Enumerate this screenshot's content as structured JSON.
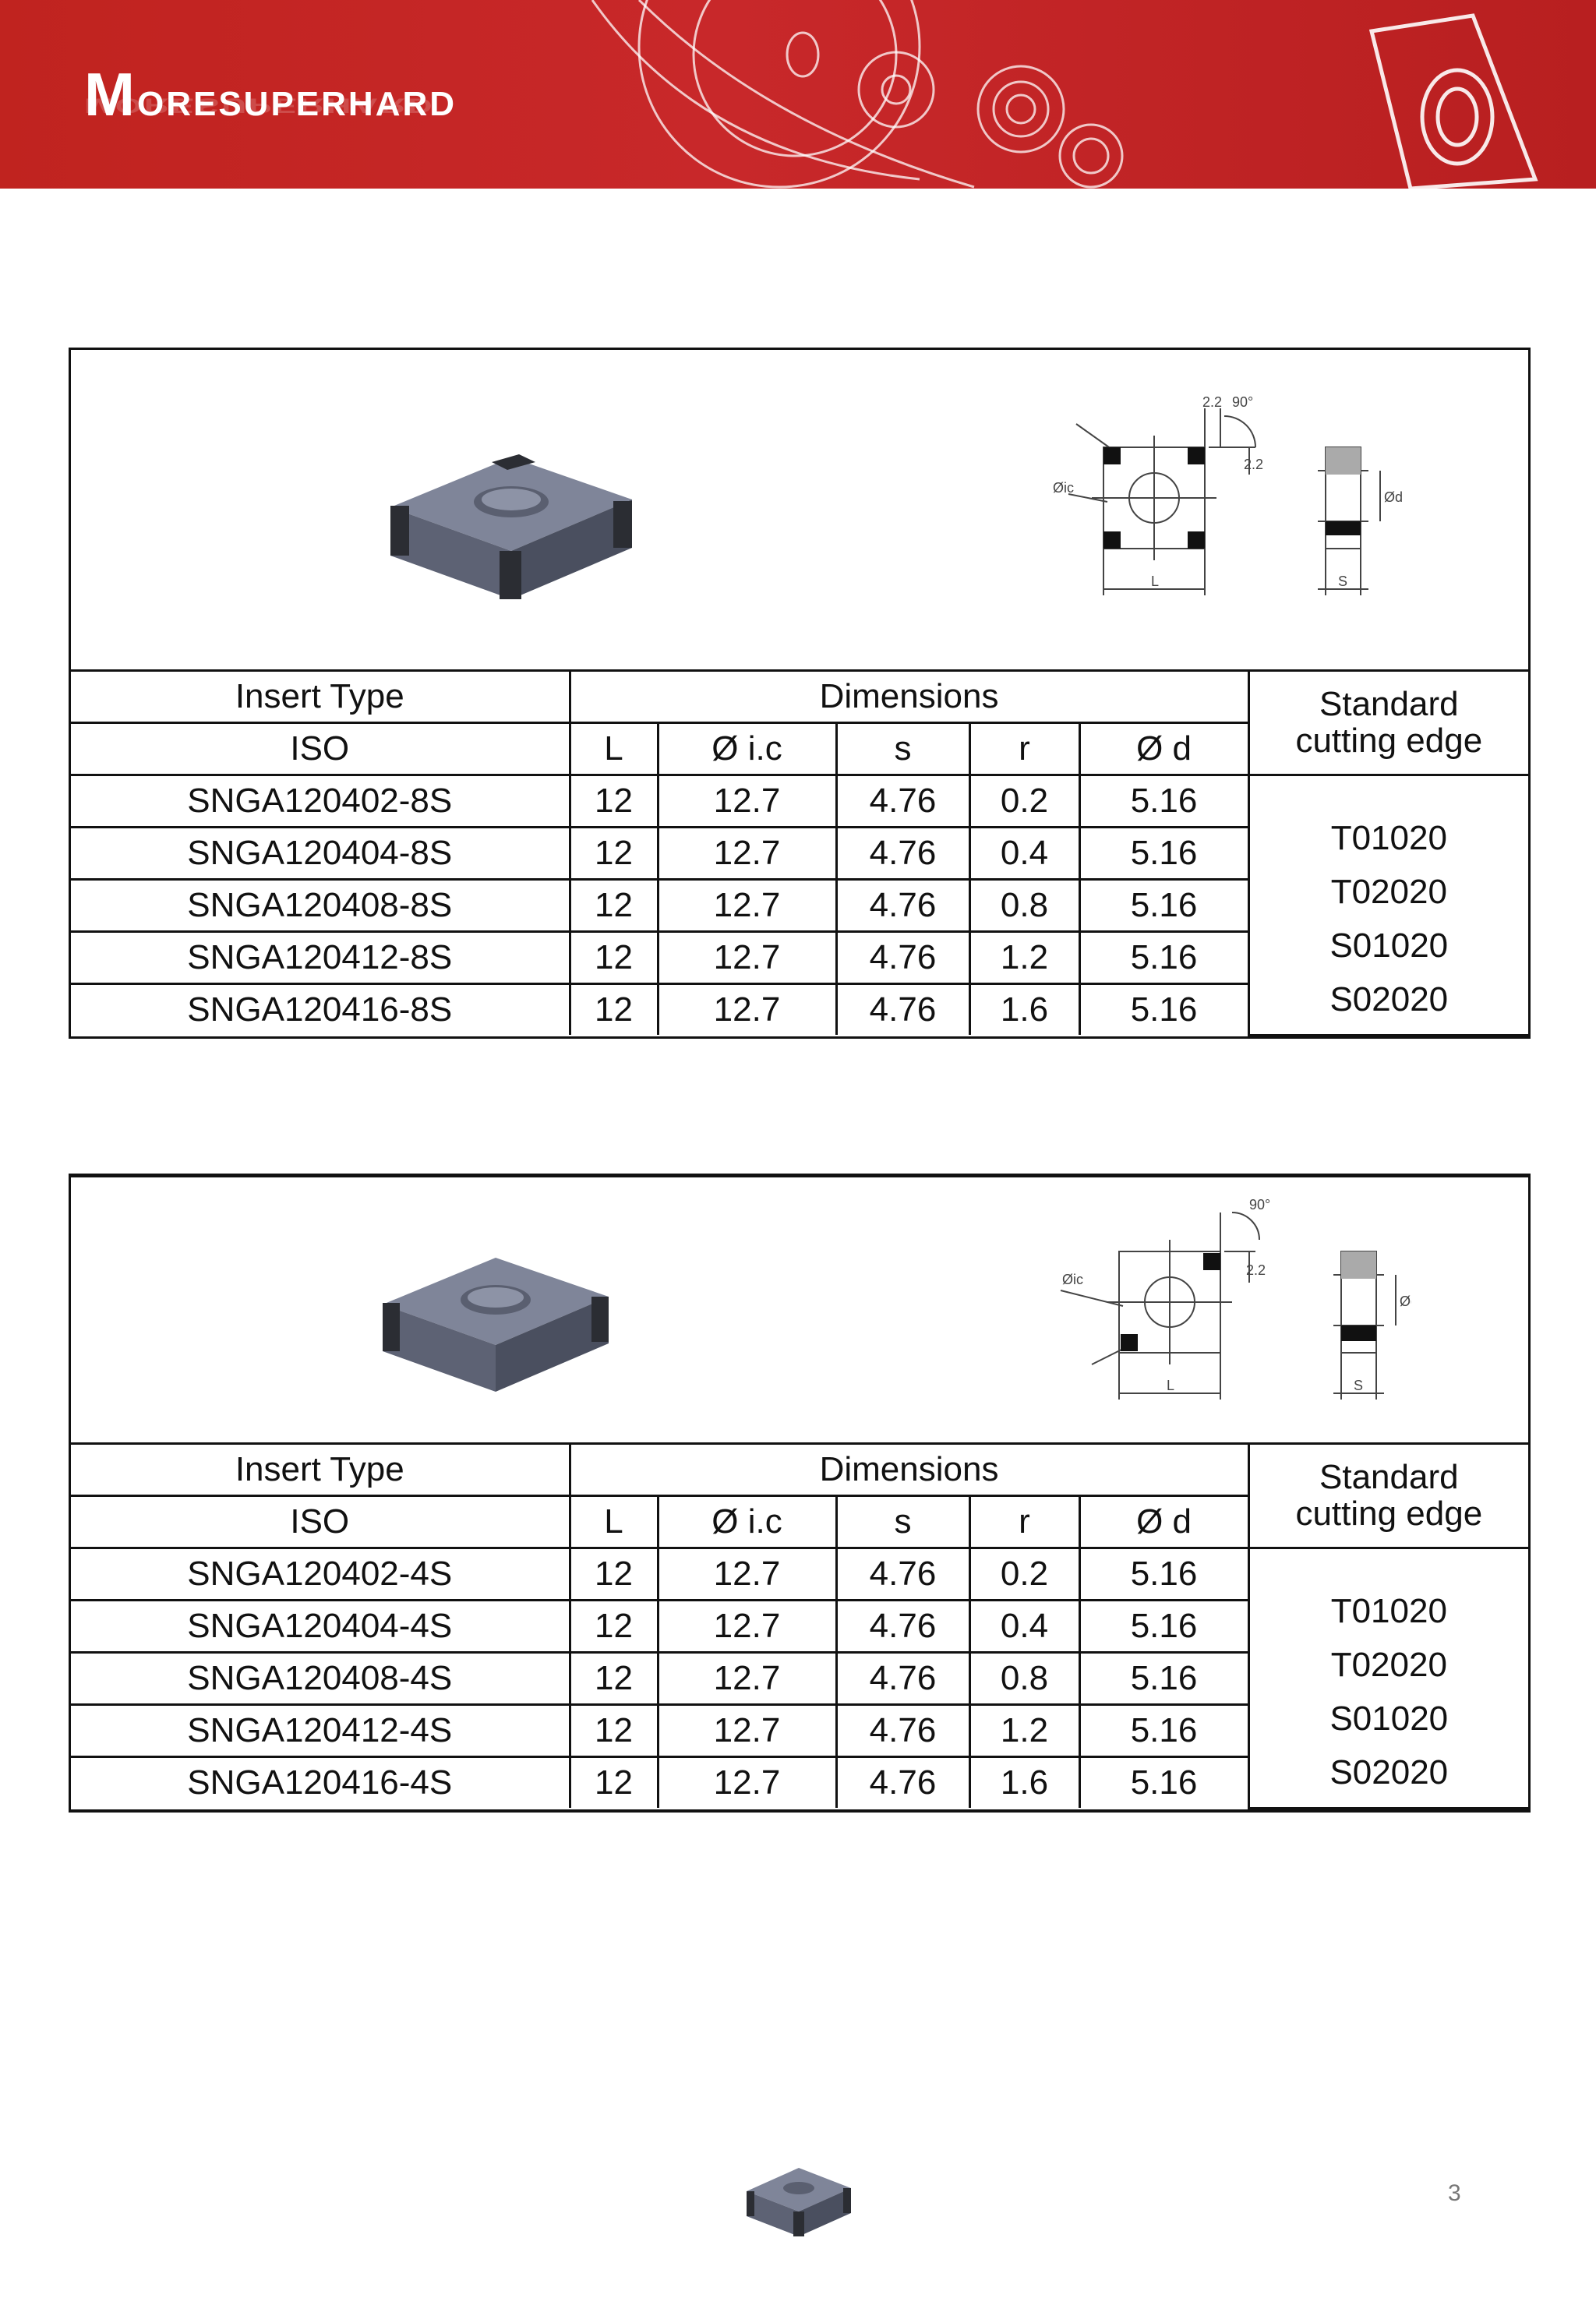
{
  "header": {
    "brand_first": "M",
    "brand_rest": "ORESUPERHARD",
    "brand_color": "#c4252a"
  },
  "tables": [
    {
      "header": {
        "insert_type": "Insert Type",
        "dimensions": "Dimensions",
        "standard": "Standard",
        "cutting_edge": "cutting edge",
        "iso": "ISO",
        "col_L": "L",
        "col_ic": "Ø i.c",
        "col_s": "s",
        "col_r": "r",
        "col_d": "Ø d"
      },
      "rows": [
        {
          "iso": "SNGA120402-8S",
          "L": "12",
          "ic": "12.7",
          "s": "4.76",
          "r": "0.2",
          "d": "5.16"
        },
        {
          "iso": "SNGA120404-8S",
          "L": "12",
          "ic": "12.7",
          "s": "4.76",
          "r": "0.4",
          "d": "5.16"
        },
        {
          "iso": "SNGA120408-8S",
          "L": "12",
          "ic": "12.7",
          "s": "4.76",
          "r": "0.8",
          "d": "5.16"
        },
        {
          "iso": "SNGA120412-8S",
          "L": "12",
          "ic": "12.7",
          "s": "4.76",
          "r": "1.2",
          "d": "5.16"
        },
        {
          "iso": "SNGA120416-8S",
          "L": "12",
          "ic": "12.7",
          "s": "4.76",
          "r": "1.6",
          "d": "5.16"
        }
      ],
      "cutting_edges": [
        "T01020",
        "T02020",
        "S01020",
        "S02020"
      ],
      "drawing": {
        "angle": "90°",
        "dim1": "2.2",
        "dim2": "2.2",
        "ic": "Øic",
        "L": "L",
        "s": "S",
        "d": "Ød"
      }
    },
    {
      "header": {
        "insert_type": "Insert Type",
        "dimensions": "Dimensions",
        "standard": "Standard",
        "cutting_edge": "cutting edge",
        "iso": "ISO",
        "col_L": "L",
        "col_ic": "Ø i.c",
        "col_s": "s",
        "col_r": "r",
        "col_d": "Ø d"
      },
      "rows": [
        {
          "iso": "SNGA120402-4S",
          "L": "12",
          "ic": "12.7",
          "s": "4.76",
          "r": "0.2",
          "d": "5.16"
        },
        {
          "iso": "SNGA120404-4S",
          "L": "12",
          "ic": "12.7",
          "s": "4.76",
          "r": "0.4",
          "d": "5.16"
        },
        {
          "iso": "SNGA120408-4S",
          "L": "12",
          "ic": "12.7",
          "s": "4.76",
          "r": "0.8",
          "d": "5.16"
        },
        {
          "iso": "SNGA120412-4S",
          "L": "12",
          "ic": "12.7",
          "s": "4.76",
          "r": "1.2",
          "d": "5.16"
        },
        {
          "iso": "SNGA120416-4S",
          "L": "12",
          "ic": "12.7",
          "s": "4.76",
          "r": "1.6",
          "d": "5.16"
        }
      ],
      "cutting_edges": [
        "T01020",
        "T02020",
        "S01020",
        "S02020"
      ],
      "drawing": {
        "angle": "90°",
        "dim1": "2.2",
        "ic": "Øic",
        "L": "L",
        "s": "S",
        "d": "Ød"
      }
    }
  ],
  "page_number": "3"
}
